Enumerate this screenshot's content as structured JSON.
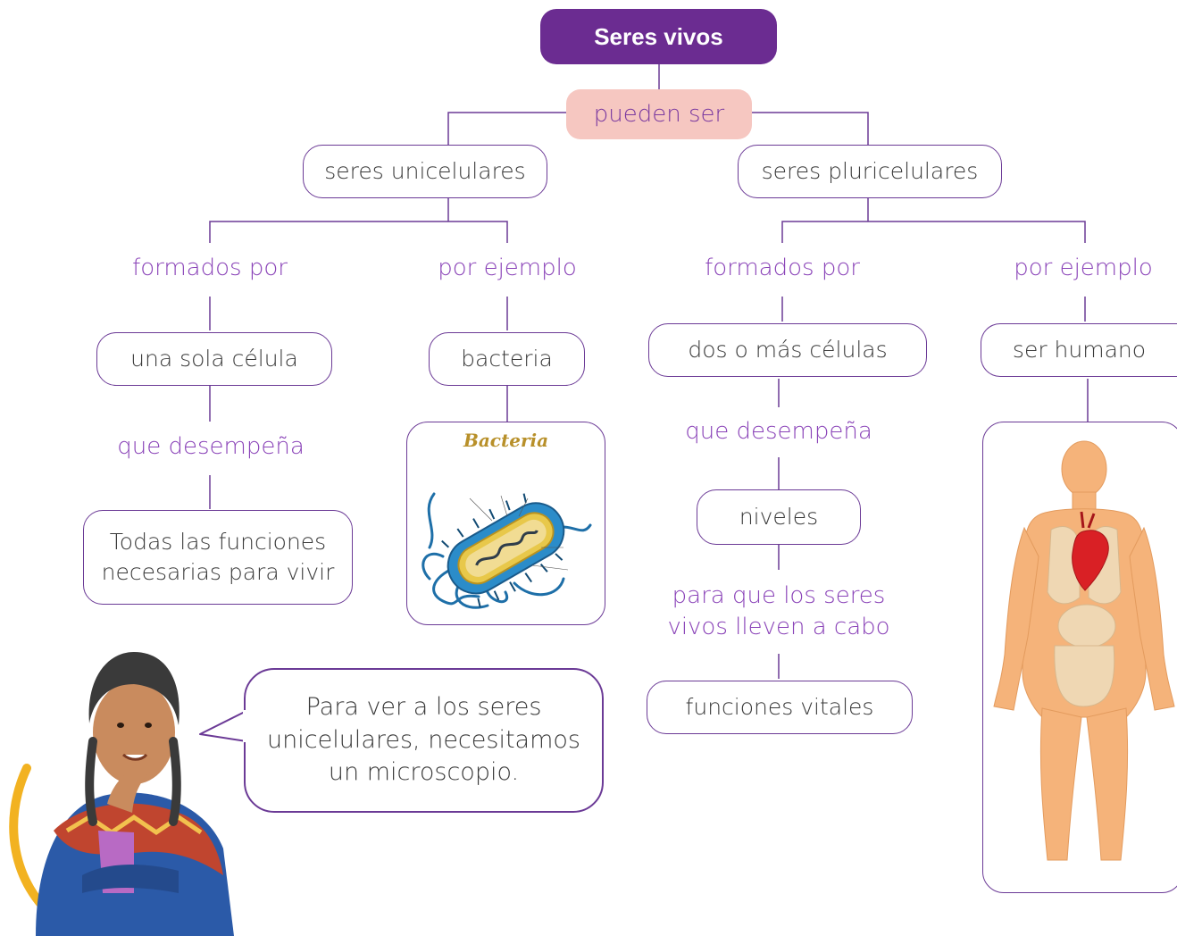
{
  "title": "Seres vivos",
  "link_pueden_ser": "pueden ser",
  "unicelulares": {
    "label": "seres unicelulares",
    "formados_por": "formados por",
    "por_ejemplo": "por ejemplo",
    "celula": "una sola célula",
    "que_desempena": "que desempeña",
    "funciones": [
      "Todas las funciones",
      "necesarias para vivir"
    ],
    "ejemplo": "bacteria",
    "image_caption": "Bacteria"
  },
  "pluricelulares": {
    "label": "seres pluricelulares",
    "formados_por": "formados por",
    "por_ejemplo": "por ejemplo",
    "celulas": "dos o más células",
    "que_desempena": "que desempeña",
    "niveles": "niveles",
    "para_que": [
      "para que los seres",
      "vivos lleven a cabo"
    ],
    "funciones_vitales": "funciones vitales",
    "ejemplo": "ser humano"
  },
  "speech_bubble": [
    "Para ver a los seres",
    "unicelulares, necesitamos",
    "un microscopio."
  ],
  "colors": {
    "purple": "#6b2c91",
    "connector_text": "#8a43b8",
    "pink": "#f6c7c1",
    "gold": "#f2b221"
  }
}
